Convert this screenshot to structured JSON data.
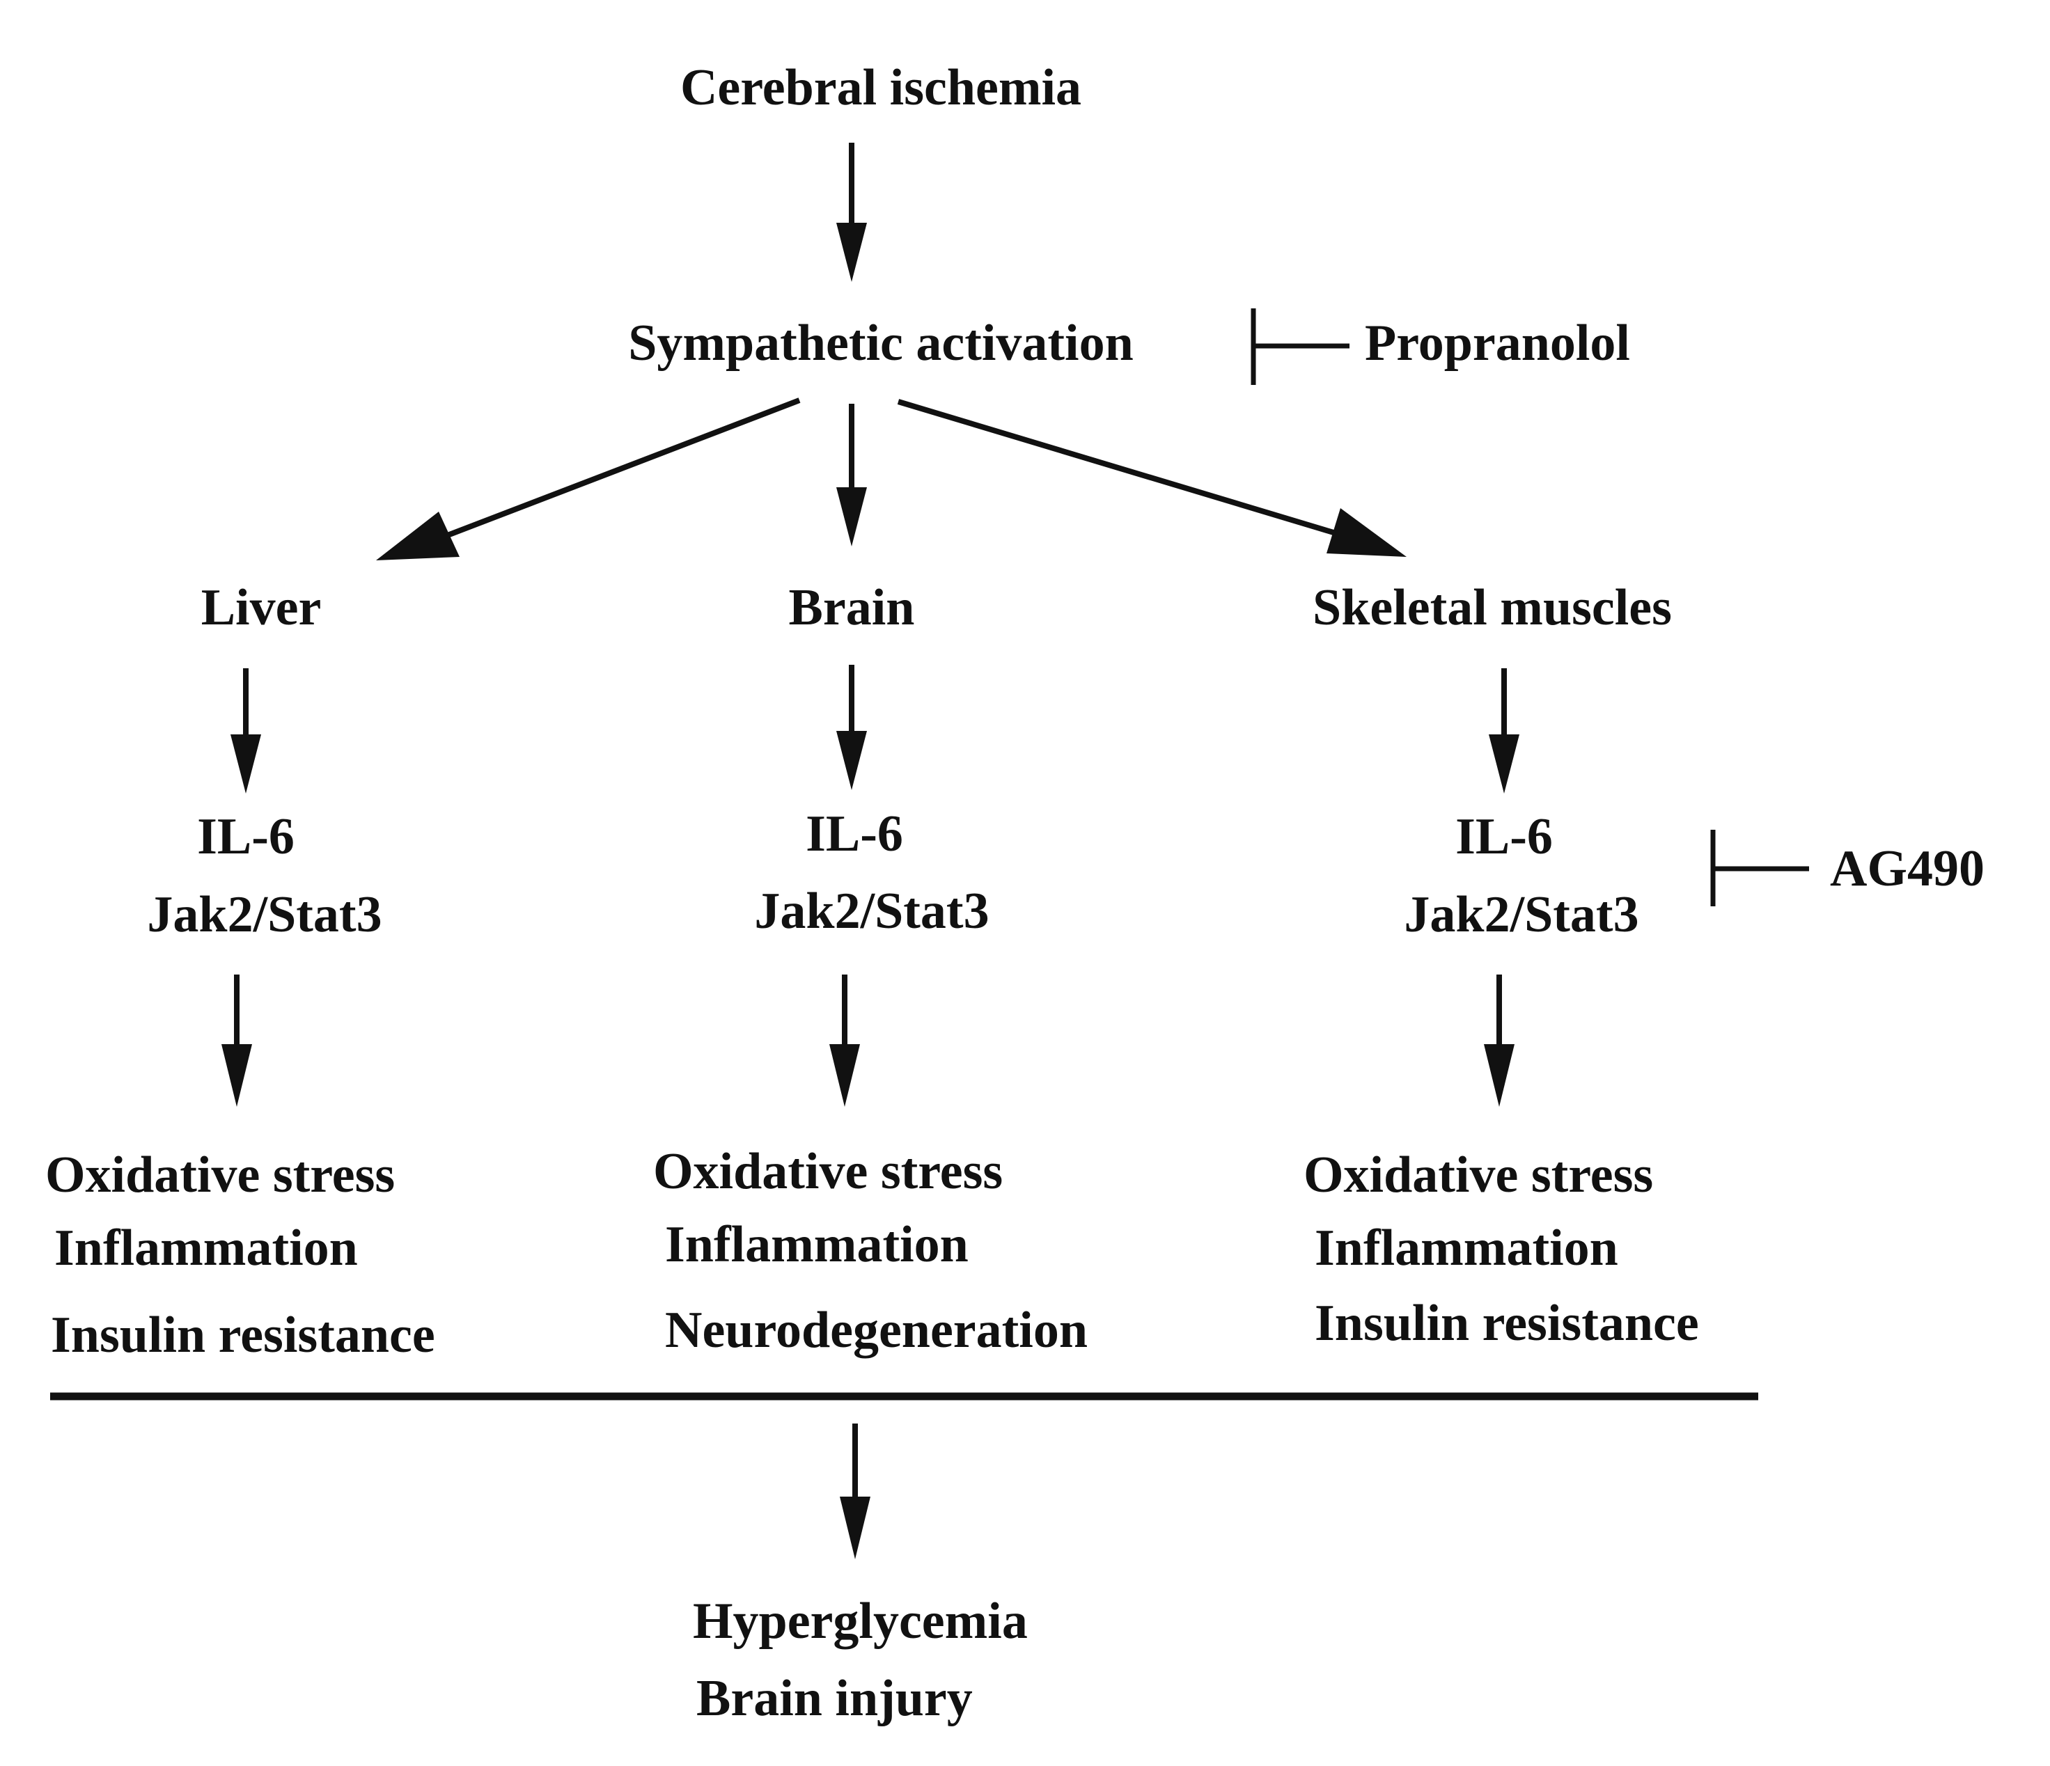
{
  "nodes": {
    "cerebral_ischemia": "Cerebral ischemia",
    "sympathetic_activation": "Sympathetic activation",
    "propranolol": "Propranolol",
    "liver": "Liver",
    "brain": "Brain",
    "skeletal_muscles": "Skeletal muscles",
    "ag490": "AG490",
    "il6": "IL-6",
    "jak2_stat3": "Jak2/Stat3",
    "liver_effects": [
      "Oxidative stress",
      "Inflammation",
      "Insulin resistance"
    ],
    "brain_effects": [
      "Oxidative stress",
      "Inflammation",
      "Neurodegeneration"
    ],
    "muscle_effects": [
      "Oxidative stress",
      "Inflammation",
      "Insulin resistance"
    ],
    "outcome": [
      "Hyperglycemia",
      "Brain injury"
    ]
  },
  "edges": [
    {
      "from": "Cerebral ischemia",
      "to": "Sympathetic activation",
      "type": "activates"
    },
    {
      "from": "Propranolol",
      "to": "Sympathetic activation",
      "type": "inhibits"
    },
    {
      "from": "Sympathetic activation",
      "to": "Liver",
      "type": "activates"
    },
    {
      "from": "Sympathetic activation",
      "to": "Brain",
      "type": "activates"
    },
    {
      "from": "Sympathetic activation",
      "to": "Skeletal muscles",
      "type": "activates"
    },
    {
      "from": "Liver",
      "to": "IL-6 Jak2/Stat3",
      "type": "activates"
    },
    {
      "from": "Brain",
      "to": "IL-6 Jak2/Stat3",
      "type": "activates"
    },
    {
      "from": "Skeletal muscles",
      "to": "IL-6 Jak2/Stat3",
      "type": "activates"
    },
    {
      "from": "AG490",
      "to": "IL-6 Jak2/Stat3",
      "type": "inhibits"
    },
    {
      "from": "IL-6 Jak2/Stat3",
      "to": "Oxidative stress",
      "type": "activates"
    },
    {
      "from": "Oxidative stress",
      "to": "Hyperglycemia",
      "type": "activates"
    }
  ],
  "colors": {
    "ink": "#111111",
    "background": "#ffffff"
  }
}
